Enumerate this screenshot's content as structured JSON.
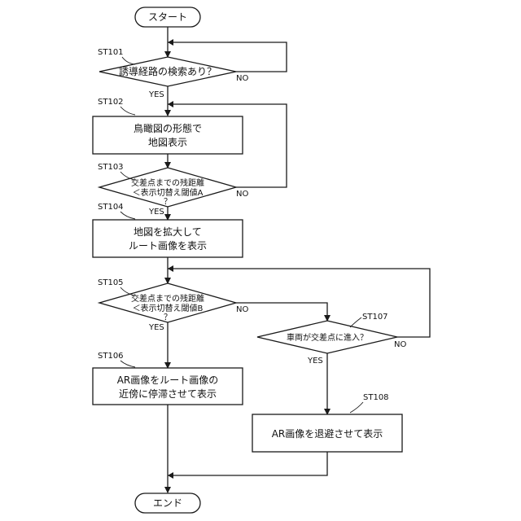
{
  "terminals": {
    "start": "スタート",
    "end": "エンド"
  },
  "steps": {
    "st101": {
      "id": "ST101",
      "text": "誘導経路の検索あり？"
    },
    "st102": {
      "id": "ST102",
      "lines": [
        "鳥瞰図の形態で",
        "地図表示"
      ]
    },
    "st103": {
      "id": "ST103",
      "lines": [
        "交差点までの残距離",
        "＜表示切替え閾値A",
        "？"
      ]
    },
    "st104": {
      "id": "ST104",
      "lines": [
        "地図を拡大して",
        "ルート画像を表示"
      ]
    },
    "st105": {
      "id": "ST105",
      "lines": [
        "交差点までの残距離",
        "＜表示切替え閾値B",
        "？"
      ]
    },
    "st106": {
      "id": "ST106",
      "lines": [
        "AR画像をルート画像の",
        "近傍に停滞させて表示"
      ]
    },
    "st107": {
      "id": "ST107",
      "text": "車両が交差点に進入？"
    },
    "st108": {
      "id": "ST108",
      "text": "AR画像を退避させて表示"
    }
  },
  "branch_labels": {
    "yes": "YES",
    "no": "NO"
  },
  "arrowhead": "filled-triangle"
}
